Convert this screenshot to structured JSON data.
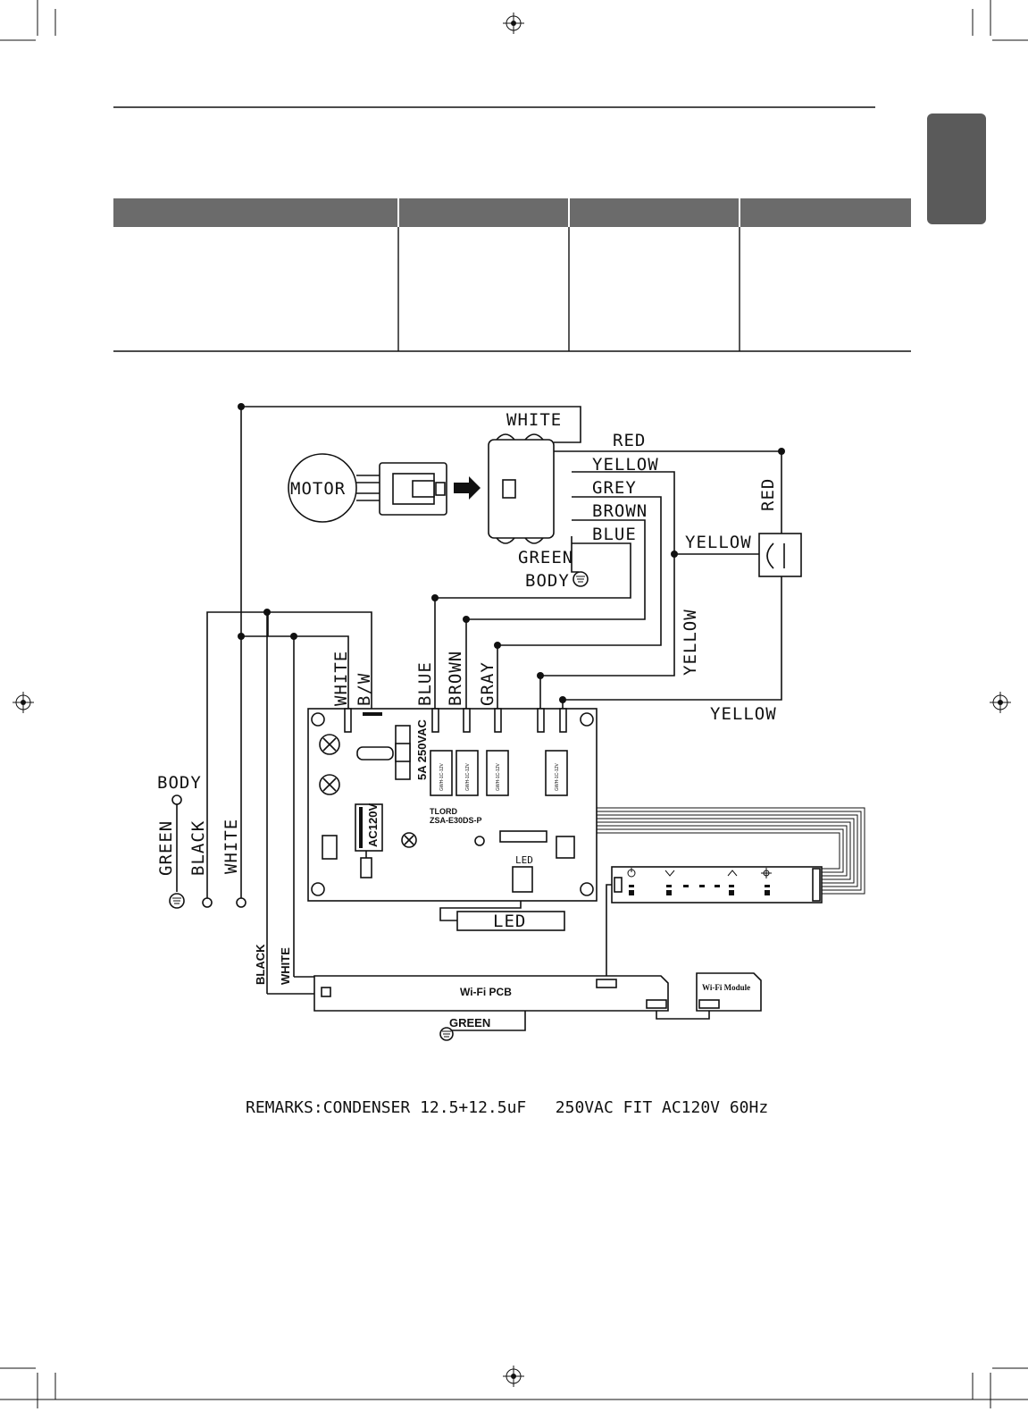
{
  "diagram": {
    "wire_labels": {
      "top_white": "WHITE",
      "red_top": "RED",
      "yellow_top": "YELLOW",
      "grey": "GREY",
      "brown_top": "BROWN",
      "blue_top": "BLUE",
      "green_top": "GREEN",
      "body_top": "BODY",
      "red_vertical": "RED",
      "yellow_cap": "YELLOW",
      "yellow_vertical": "YELLOW",
      "yellow_bottom": "YELLOW",
      "pcb_white": "WHITE",
      "pcb_bw": "B/W",
      "pcb_blue": "BLUE",
      "pcb_brown": "BROWN",
      "pcb_gray": "GRAY",
      "left_body": "BODY",
      "left_green": "GREEN",
      "left_black": "BLACK",
      "left_white": "WHITE",
      "wifi_black": "BLACK",
      "wifi_white": "WHITE",
      "wifi_green": "GREEN"
    },
    "components": {
      "motor": "MOTOR",
      "fuse": "5A 250VAC",
      "transformer": "AC120V",
      "board_brand": "TLORD",
      "board_model": "ZSA-E30DS-P",
      "led_connector": "LED",
      "led_box": "LED",
      "wifi_pcb": "Wi-Fi PCB",
      "wifi_module": "Wi-Fi Module",
      "relay_text": "GWH-1C-12V"
    },
    "remarks": "REMARKS:CONDENSER 12.5+12.5uF   250VAC FIT AC120V 60Hz"
  }
}
